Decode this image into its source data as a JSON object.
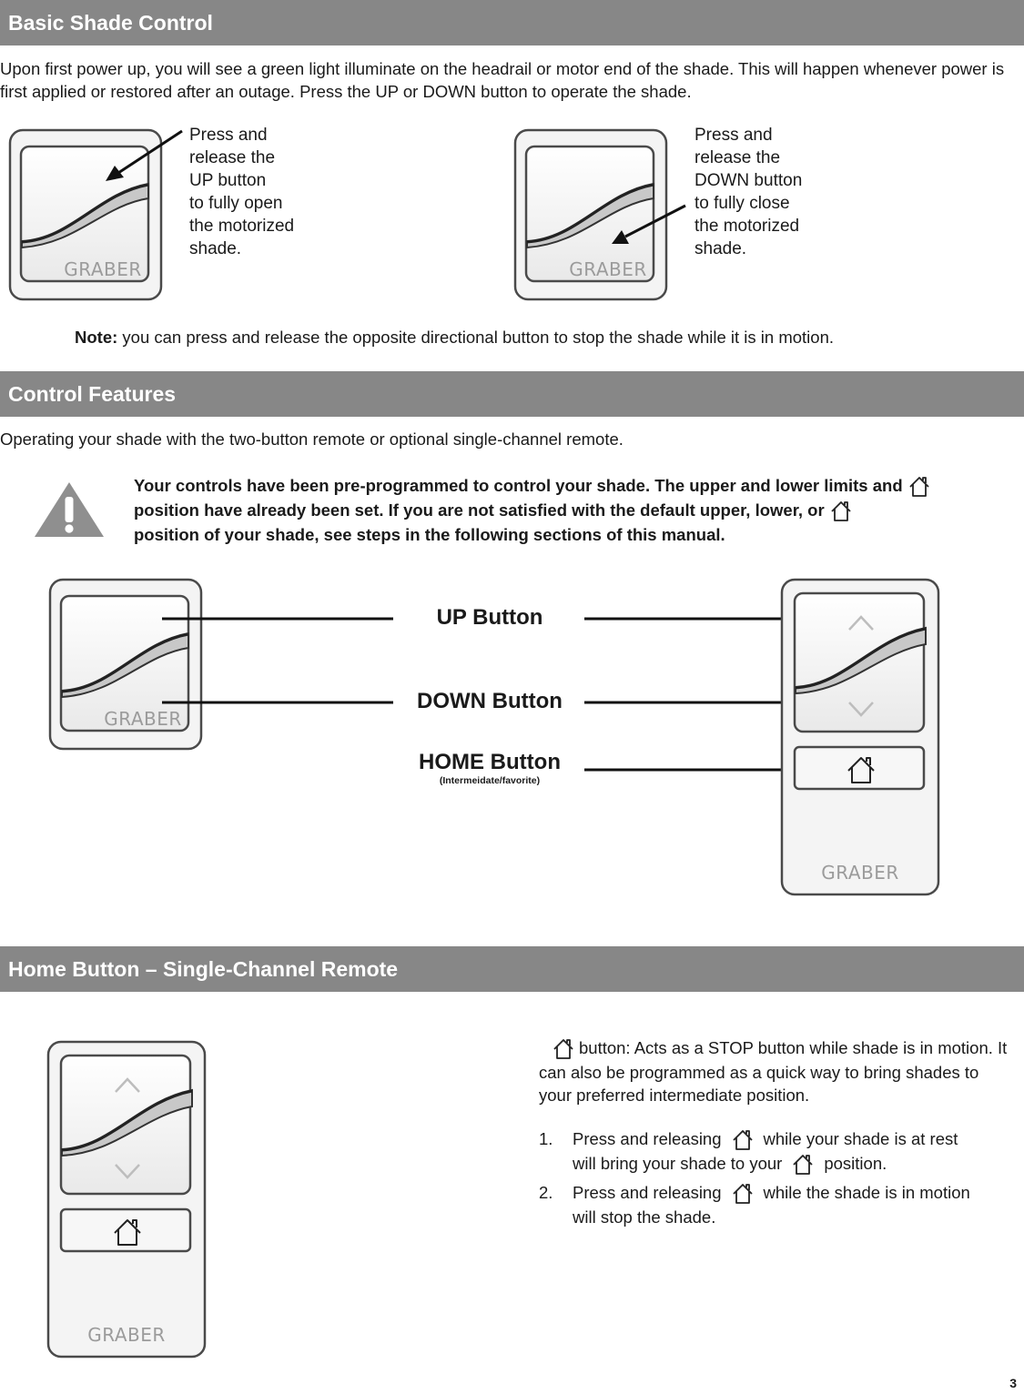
{
  "sections": {
    "basic": {
      "title": "Basic Shade Control"
    },
    "features": {
      "title": "Control Features"
    },
    "home": {
      "title": "Home Button – Single-Channel Remote"
    }
  },
  "basic": {
    "intro": "Upon first power up, you will see a green light illuminate on the headrail or motor end of the shade. This will happen whenever power is first applied or restored after an outage. Press the UP or DOWN button to operate the shade.",
    "up_caption": "Press and\nrelease the\nUP button\nto fully open\nthe motorized\nshade.",
    "down_caption": "Press and\nrelease the\nDOWN button\nto fully close\nthe motorized\nshade.",
    "note_label": "Note:",
    "note_text": " you can press and release the opposite directional button to stop the shade while it is in motion."
  },
  "features": {
    "intro": "Operating your shade with the two-button remote or optional single-channel remote.",
    "warning_part1": "Your controls have been pre-programmed to control your shade. The upper and lower limits and",
    "warning_part2": "position have already been set. If you are not satisfied with the default upper, lower, or",
    "warning_part3": "position of your shade, see steps in the following sections of this manual.",
    "up_label": "UP Button",
    "down_label": "DOWN Button",
    "home_label": "HOME Button",
    "home_sub": "(Intermeidate/favorite)"
  },
  "home": {
    "desc": "button: Acts as a STOP button while shade is in motion. It can also be programmed as a quick way to bring shades to your preferred intermediate position.",
    "items": [
      {
        "num": "1.",
        "a": "Press and releasing",
        "b": "while your shade is at rest",
        "c": "will bring your shade to your",
        "d": "position."
      },
      {
        "num": "2.",
        "a": "Press and releasing",
        "b": "while the shade is in motion",
        "c": "will stop the shade."
      }
    ]
  },
  "brand": "GRABER",
  "page_number": "3",
  "icons": {
    "home": "home-icon",
    "warning": "warning-icon",
    "arrow": "arrow-pointer",
    "up": "chevron-up-icon",
    "down": "chevron-down-icon"
  },
  "colors": {
    "section_bar": "#878787",
    "warning": "#8f8f8f",
    "remote_outline": "#4a4a4a"
  }
}
